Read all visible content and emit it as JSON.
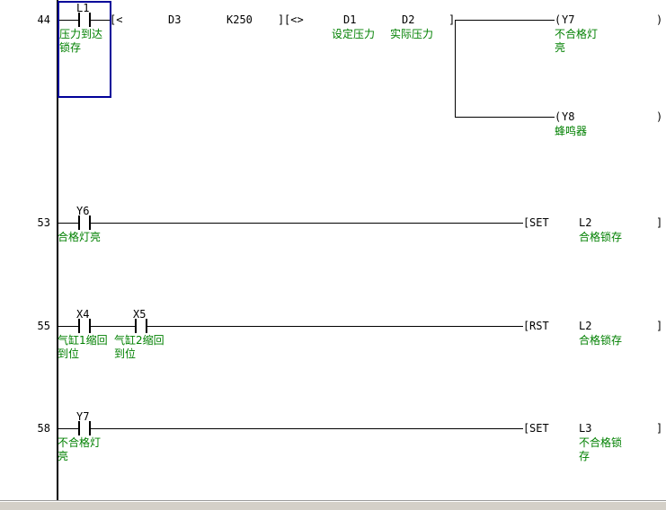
{
  "colors": {
    "bg": "#ffffff",
    "wire": "#000000",
    "device": "#000000",
    "comment": "#008000",
    "cursor": "#000099",
    "chrome": "#d4d0c8"
  },
  "rungs": {
    "r44": {
      "number": "44",
      "contact_l1": {
        "label": "L1",
        "comment1": "压力到达",
        "comment2": "锁存"
      },
      "cmp_lt": {
        "open": "[<",
        "a": "D3",
        "b": "K250",
        "close": "]"
      },
      "cmp_ne": {
        "open": "[<>",
        "a": "D1",
        "b": "D2",
        "close": "]",
        "a_comment": "设定压力",
        "b_comment": "实际压力"
      },
      "coil_y7": {
        "open": "(",
        "label": "Y7",
        "close": ")",
        "comment1": "不合格灯",
        "comment2": "亮"
      },
      "coil_y8": {
        "open": "(",
        "label": "Y8",
        "close": ")",
        "comment1": "蜂鸣器"
      }
    },
    "r53": {
      "number": "53",
      "contact_y6": {
        "label": "Y6",
        "comment1": "合格灯亮"
      },
      "instr": {
        "open": "[",
        "op": "SET",
        "operand": "L2",
        "close": "]",
        "comment1": "合格锁存"
      }
    },
    "r55": {
      "number": "55",
      "contact_x4": {
        "label": "X4",
        "comment1": "气缸1缩回",
        "comment2": "到位"
      },
      "contact_x5": {
        "label": "X5",
        "comment1": "气缸2缩回",
        "comment2": "到位"
      },
      "instr": {
        "open": "[",
        "op": "RST",
        "operand": "L2",
        "close": "]",
        "comment1": "合格锁存"
      }
    },
    "r58": {
      "number": "58",
      "contact_y7": {
        "label": "Y7",
        "comment1": "不合格灯",
        "comment2": "亮"
      },
      "instr": {
        "open": "[",
        "op": "SET",
        "operand": "L3",
        "close": "]",
        "comment1": "不合格锁",
        "comment2": "存"
      }
    }
  }
}
